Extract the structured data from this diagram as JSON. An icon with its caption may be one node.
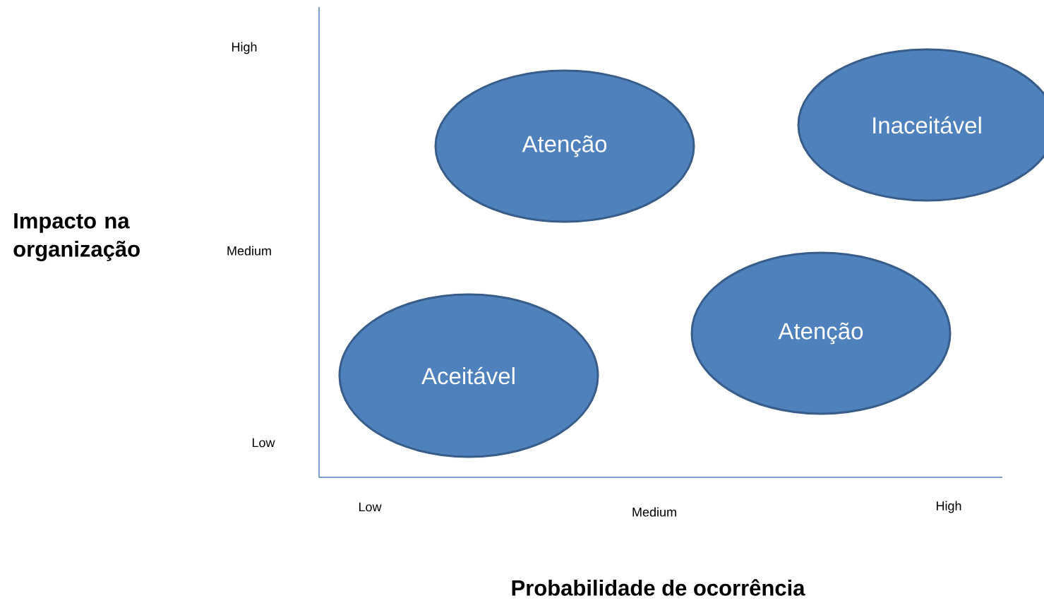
{
  "diagram": {
    "nodes": [
      {
        "text": [
          "Atenção"
        ]
      },
      {
        "text": [
          "Inaceitável"
        ]
      },
      {
        "text": [
          "Atenção"
        ]
      },
      {
        "text": [
          "Aceitável"
        ]
      }
    ],
    "labels": [
      "High",
      "Impacto na organização",
      "Medium",
      "Low",
      "Low",
      "Medium",
      "High",
      "Probabilidade de ocorrência"
    ]
  }
}
